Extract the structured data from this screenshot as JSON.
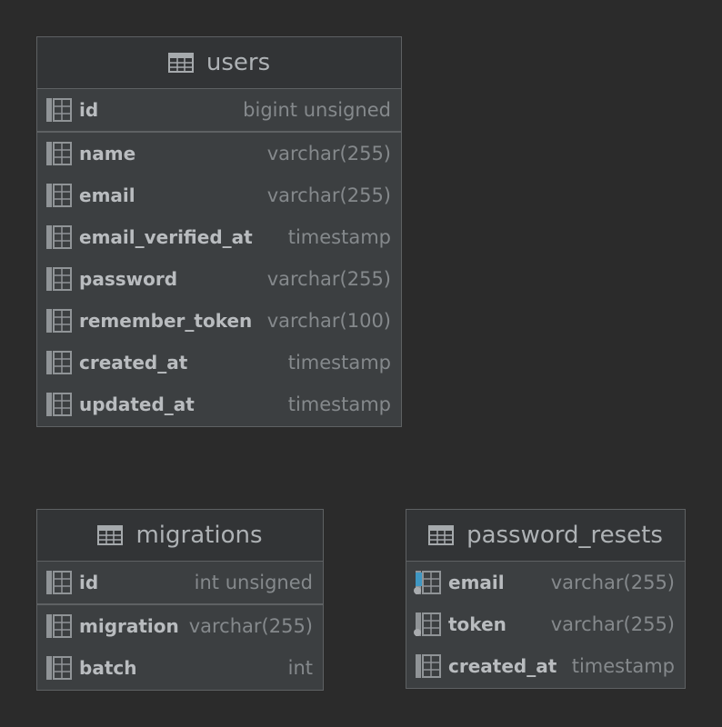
{
  "tables": {
    "users": {
      "title": "users",
      "rows": [
        {
          "name": "id",
          "type": "bigint unsigned"
        },
        {
          "name": "name",
          "type": "varchar(255)"
        },
        {
          "name": "email",
          "type": "varchar(255)"
        },
        {
          "name": "email_verified_at",
          "type": "timestamp"
        },
        {
          "name": "password",
          "type": "varchar(255)"
        },
        {
          "name": "remember_token",
          "type": "varchar(100)"
        },
        {
          "name": "created_at",
          "type": "timestamp"
        },
        {
          "name": "updated_at",
          "type": "timestamp"
        }
      ]
    },
    "migrations": {
      "title": "migrations",
      "rows": [
        {
          "name": "id",
          "type": "int unsigned"
        },
        {
          "name": "migration",
          "type": "varchar(255)"
        },
        {
          "name": "batch",
          "type": "int"
        }
      ]
    },
    "password_resets": {
      "title": "password_resets",
      "rows": [
        {
          "name": "email",
          "type": "varchar(255)"
        },
        {
          "name": "token",
          "type": "varchar(255)"
        },
        {
          "name": "created_at",
          "type": "timestamp"
        }
      ]
    }
  },
  "colors": {
    "background": "#2b2b2b",
    "table_body": "#3c3f41",
    "table_header": "#323436",
    "border": "#5e6163",
    "column_name": "#b9bcbf",
    "column_type": "#85898c",
    "index_marker": "#3f97c3"
  },
  "icons": {
    "table": "table-icon",
    "column": "column-icon",
    "index": "index-icon"
  }
}
